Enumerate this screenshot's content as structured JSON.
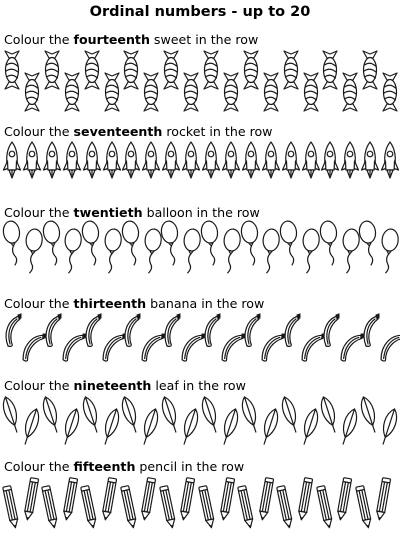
{
  "title": "Ordinal numbers - up to 20",
  "sections": [
    {
      "prefix": "Colour the ",
      "ordinal": "fourteenth",
      "suffix": " sweet in the row",
      "icon": "sweet-icon",
      "count": 20
    },
    {
      "prefix": "Colour the ",
      "ordinal": "seventeenth",
      "suffix": " rocket in the row",
      "icon": "rocket-icon",
      "count": 20
    },
    {
      "prefix": "Colour the ",
      "ordinal": "twentieth",
      "suffix": " balloon in the row",
      "icon": "balloon-icon",
      "count": 20
    },
    {
      "prefix": "Colour the ",
      "ordinal": "thirteenth",
      "suffix": " banana in the row",
      "icon": "banana-icon",
      "count": 20
    },
    {
      "prefix": "Colour the ",
      "ordinal": "nineteenth",
      "suffix": " leaf in the row",
      "icon": "leaf-icon",
      "count": 20
    },
    {
      "prefix": "Colour the ",
      "ordinal": "fifteenth",
      "suffix": " pencil in the row",
      "icon": "pencil-icon",
      "count": 20
    }
  ]
}
